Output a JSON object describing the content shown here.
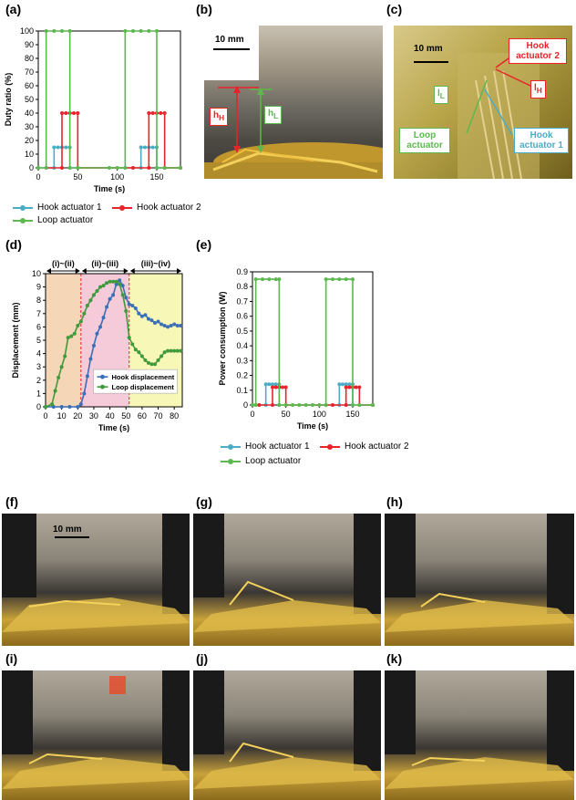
{
  "panels": {
    "a": "(a)",
    "b": "(b)",
    "c": "(c)",
    "d": "(d)",
    "e": "(e)",
    "f": "(f)",
    "g": "(g)",
    "h": "(h)",
    "i": "(i)",
    "j": "(j)",
    "k": "(k)"
  },
  "colors": {
    "hook1": "#4bacc6",
    "hook2": "#e8232a",
    "loop": "#5cb84f",
    "blue_d": "#3b6fb6",
    "green_d": "#3e9a3a"
  },
  "legend_ae": {
    "hook1": "Hook actuator 1",
    "hook2": "Hook actuator 2",
    "loop": "Loop actuator"
  },
  "photo_b": {
    "scale": "10 mm",
    "hH": "h",
    "hH_sub": "H",
    "hL": "h",
    "hL_sub": "L"
  },
  "photo_c": {
    "scale": "10 mm",
    "hook2": "Hook actuator 2",
    "lH": "l",
    "lH_sub": "H",
    "lL": "l",
    "lL_sub": "L",
    "loop": "Loop actuator",
    "hook1": "Hook actuator 1"
  },
  "photo_f": {
    "scale": "10 mm"
  },
  "chart_data": [
    {
      "id": "a",
      "type": "line",
      "xlabel": "Time (s)",
      "ylabel": "Duty ratio (%)",
      "xlim": [
        0,
        180
      ],
      "ylim": [
        0,
        100
      ],
      "xticks": [
        0,
        50,
        100,
        150
      ],
      "yticks": [
        0,
        10,
        20,
        30,
        40,
        50,
        60,
        70,
        80,
        90,
        100
      ],
      "series": [
        {
          "name": "Hook actuator 1",
          "color": "#4bacc6",
          "x": [
            0,
            20,
            20,
            25,
            30,
            35,
            40,
            40,
            110,
            130,
            130,
            135,
            140,
            145,
            150,
            150,
            180
          ],
          "y": [
            0,
            0,
            15,
            15,
            15,
            15,
            15,
            0,
            0,
            0,
            15,
            15,
            15,
            15,
            15,
            0,
            0
          ]
        },
        {
          "name": "Hook actuator 2",
          "color": "#e8232a",
          "x": [
            10,
            30,
            30,
            35,
            40,
            45,
            50,
            50,
            120,
            140,
            140,
            145,
            150,
            155,
            160,
            160,
            180
          ],
          "y": [
            0,
            0,
            40,
            40,
            40,
            40,
            40,
            0,
            0,
            0,
            40,
            40,
            40,
            40,
            40,
            0,
            0
          ]
        },
        {
          "name": "Loop actuator",
          "color": "#5cb84f",
          "x": [
            0,
            10,
            10,
            20,
            30,
            40,
            40,
            50,
            90,
            100,
            110,
            110,
            120,
            130,
            140,
            150,
            150,
            160,
            180
          ],
          "y": [
            0,
            0,
            100,
            100,
            100,
            100,
            0,
            0,
            0,
            0,
            0,
            100,
            100,
            100,
            100,
            100,
            0,
            0,
            0
          ]
        }
      ]
    },
    {
      "id": "d",
      "type": "line",
      "xlabel": "Time (s)",
      "ylabel": "Displacement (mm)",
      "xlim": [
        0,
        85
      ],
      "ylim": [
        0,
        10
      ],
      "xticks": [
        0,
        10,
        20,
        30,
        40,
        50,
        60,
        70,
        80
      ],
      "yticks": [
        0,
        1,
        2,
        3,
        4,
        5,
        6,
        7,
        8,
        9,
        10
      ],
      "regions": [
        {
          "label": "(i)~(ii)",
          "x0": 0,
          "x1": 22,
          "color": "#f2c9a0"
        },
        {
          "label": "(ii)~(iii)",
          "x0": 22,
          "x1": 52,
          "color": "#f2b8cc"
        },
        {
          "label": "(iii)~(iv)",
          "x0": 52,
          "x1": 85,
          "color": "#f4f6a0"
        }
      ],
      "series": [
        {
          "name": "Hook displacement",
          "color": "#3b6fb6",
          "x": [
            0,
            5,
            10,
            15,
            20,
            22,
            24,
            26,
            28,
            30,
            32,
            34,
            36,
            38,
            40,
            42,
            44,
            46,
            48,
            50,
            52,
            54,
            56,
            58,
            60,
            62,
            64,
            66,
            68,
            70,
            72,
            74,
            76,
            78,
            80,
            82,
            84
          ],
          "y": [
            0,
            0,
            0,
            0,
            0,
            0.2,
            1.0,
            2.3,
            3.6,
            4.6,
            5.5,
            6.0,
            6.7,
            7.5,
            8.1,
            8.4,
            9.2,
            9.5,
            9.1,
            8.2,
            7.7,
            7.6,
            7.4,
            7.0,
            6.8,
            6.9,
            6.6,
            6.5,
            6.3,
            6.4,
            6.2,
            6.1,
            6.0,
            6.1,
            6.2,
            6.1,
            6.1
          ]
        },
        {
          "name": "Loop displacement",
          "color": "#3e9a3a",
          "x": [
            0,
            4,
            6,
            8,
            10,
            12,
            14,
            16,
            18,
            20,
            22,
            24,
            26,
            28,
            30,
            32,
            34,
            36,
            38,
            40,
            42,
            44,
            46,
            48,
            50,
            52,
            54,
            56,
            58,
            60,
            62,
            64,
            66,
            68,
            70,
            72,
            74,
            76,
            78,
            80,
            82,
            84
          ],
          "y": [
            0,
            0.2,
            1.2,
            2.2,
            3.0,
            3.8,
            5.2,
            5.3,
            5.5,
            6.1,
            6.4,
            7.0,
            7.6,
            8.0,
            8.4,
            8.7,
            9.0,
            9.1,
            9.3,
            9.4,
            9.4,
            9.4,
            9.2,
            8.4,
            7.2,
            5.2,
            4.7,
            4.3,
            4.1,
            3.8,
            3.5,
            3.3,
            3.2,
            3.2,
            3.5,
            3.8,
            4.1,
            4.2,
            4.2,
            4.2,
            4.2,
            4.2
          ]
        }
      ]
    },
    {
      "id": "e",
      "type": "line",
      "xlabel": "Time (s)",
      "ylabel": "Power consumption (W)",
      "xlim": [
        0,
        180
      ],
      "ylim": [
        0,
        0.9
      ],
      "xticks": [
        0,
        50,
        100,
        150
      ],
      "yticks": [
        0,
        0.1,
        0.2,
        0.3,
        0.4,
        0.5,
        0.6,
        0.7,
        0.8,
        0.9
      ],
      "series": [
        {
          "name": "Hook actuator 1",
          "color": "#4bacc6",
          "x": [
            0,
            20,
            20,
            25,
            30,
            35,
            40,
            40,
            110,
            130,
            130,
            135,
            140,
            145,
            150,
            150,
            180
          ],
          "y": [
            0,
            0,
            0.14,
            0.14,
            0.14,
            0.14,
            0.14,
            0,
            0,
            0,
            0.14,
            0.14,
            0.14,
            0.14,
            0.14,
            0,
            0
          ]
        },
        {
          "name": "Hook actuator 2",
          "color": "#e8232a",
          "x": [
            10,
            30,
            30,
            35,
            40,
            45,
            50,
            50,
            120,
            140,
            140,
            145,
            150,
            155,
            160,
            160,
            180
          ],
          "y": [
            0,
            0,
            0.12,
            0.12,
            0.12,
            0.12,
            0.12,
            0,
            0,
            0,
            0.12,
            0.12,
            0.12,
            0.12,
            0.12,
            0,
            0
          ]
        },
        {
          "name": "Loop actuator",
          "color": "#5cb84f",
          "x": [
            0,
            5,
            5,
            15,
            25,
            35,
            40,
            40,
            50,
            60,
            70,
            80,
            90,
            100,
            110,
            110,
            120,
            130,
            140,
            150,
            150,
            160,
            180
          ],
          "y": [
            0,
            0,
            0.85,
            0.85,
            0.85,
            0.85,
            0.85,
            0,
            0,
            0,
            0,
            0,
            0,
            0,
            0,
            0.85,
            0.85,
            0.85,
            0.85,
            0.85,
            0,
            0,
            0
          ]
        }
      ]
    }
  ]
}
